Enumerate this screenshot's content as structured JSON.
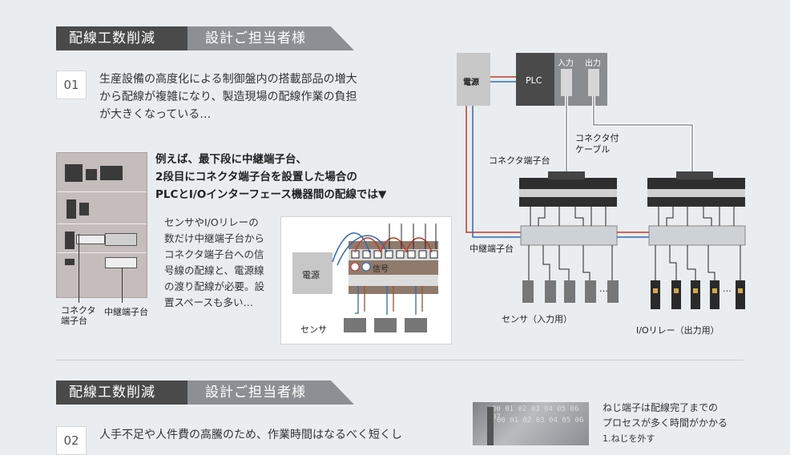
{
  "section1": {
    "tag_left": "配線工数削減",
    "tag_right": "設計ご担当者様",
    "number": "01",
    "intro": [
      "生産設備の高度化による制御盤内の搭載部品の増大",
      "から配線が複雑になり、製造現場の配線作業の負担",
      "が大きくなっている…"
    ],
    "bold_lines": [
      "例えば、最下段に中継端子台、",
      "2段目にコネクタ端子台を設置した場合の",
      "PLCとI/Oインターフェース機器間の配線では▼"
    ],
    "explain": [
      "センサやI/Oリレーの",
      "数だけ中継端子台から",
      "コネクタ端子台への信",
      "号線の配線と、電源線",
      "の渡り配線が必要。設",
      "置スペースも多い…"
    ],
    "cabinet_labels": {
      "connector": [
        "コネクタ",
        "端子台"
      ],
      "relay": "中継端子台"
    },
    "inset": {
      "power": "電源",
      "signal": "信号",
      "sensor": "センサ"
    },
    "diagram": {
      "power": "電源",
      "plc": "PLC",
      "input": "入力",
      "output": "出力",
      "cable": [
        "コネクタ付",
        "ケーブル"
      ],
      "connector_terminal": "コネクタ端子台",
      "relay_terminal": "中継端子台",
      "sensor_label": "センサ（入力用）",
      "relay_label": "I/Oリレー（出力用）",
      "ellipsis": "…"
    },
    "colors": {
      "red_wire": "#c0392b",
      "blue_wire": "#2e6bb0",
      "tag_dark": "#4a4a4a",
      "tag_light": "#8c9094"
    }
  },
  "section2": {
    "tag_left": "配線工数削減",
    "tag_right": "設計ご担当者様",
    "number": "02",
    "intro": "人手不足や人件費の高騰のため、作業時間はなるべく短くし",
    "side_text": [
      "ねじ端子は配線完了までの",
      "プロセスが多く時間がかかる",
      "1.ねじを外す"
    ]
  }
}
